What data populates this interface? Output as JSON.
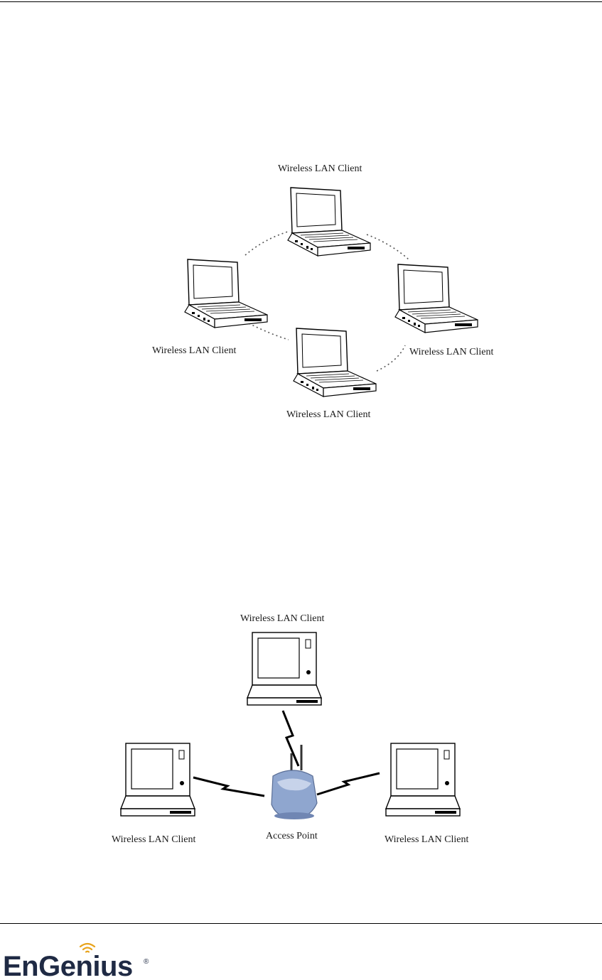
{
  "adhoc_diagram": {
    "client_top": "Wireless LAN Client",
    "client_left": "Wireless LAN Client",
    "client_right": "Wireless LAN Client",
    "client_bottom": "Wireless LAN Client"
  },
  "infrastructure_diagram": {
    "client_top": "Wireless LAN Client",
    "client_left": "Wireless LAN Client",
    "client_right": "Wireless LAN Client",
    "access_point": "Access Point"
  },
  "footer": {
    "logo_text": "EnGenius",
    "logo_mark": "®"
  },
  "colors": {
    "logo_text": "#1f2a44",
    "logo_wifi": "#e8a31b",
    "access_point": "#8fa6cf"
  }
}
